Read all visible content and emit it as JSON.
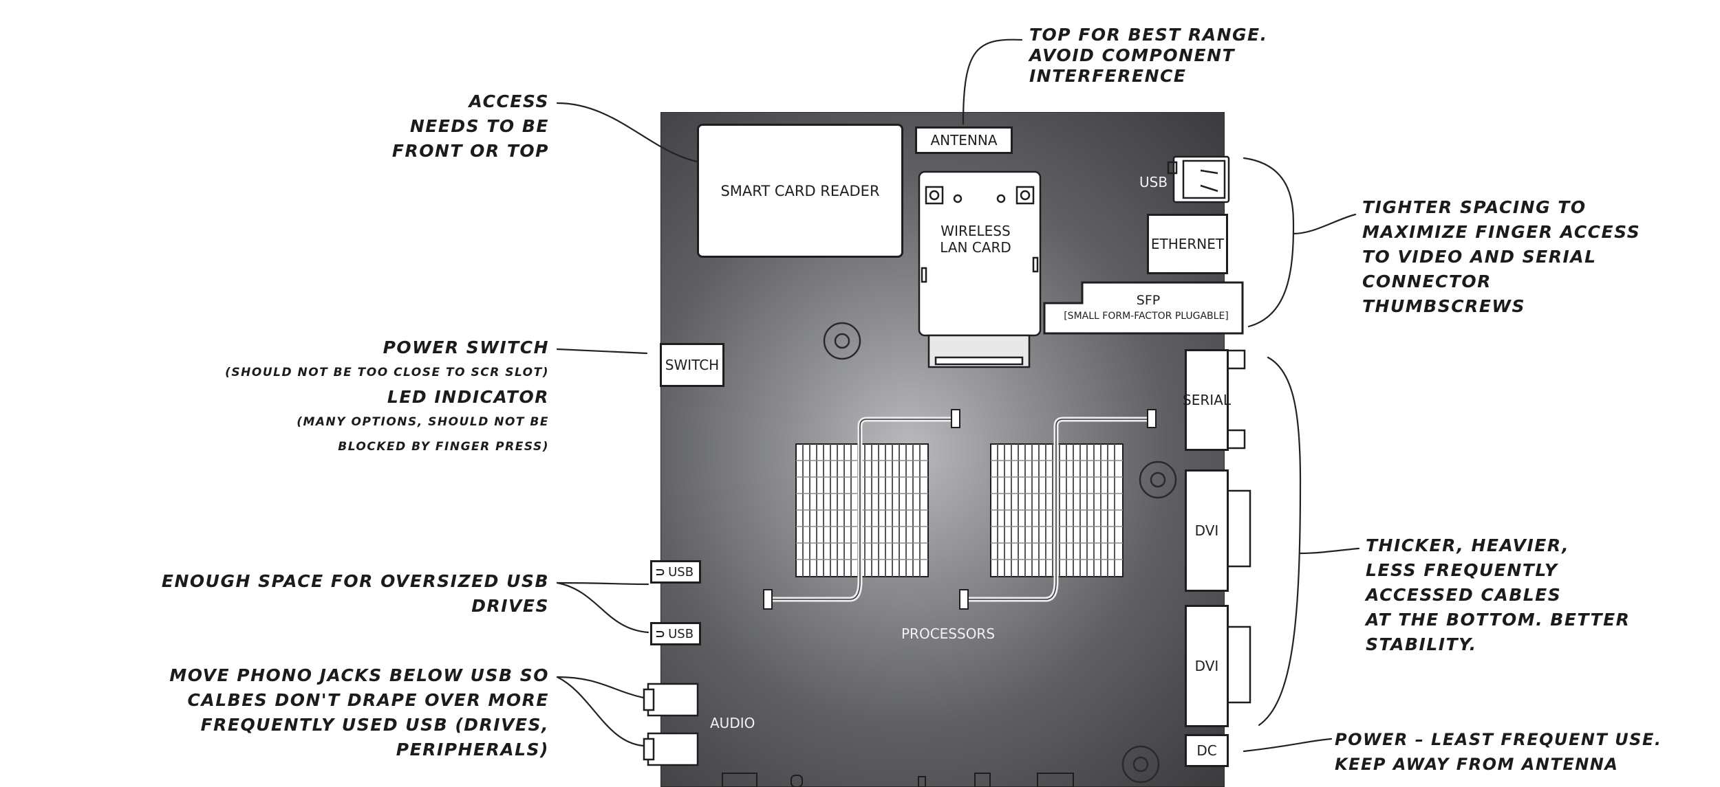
{
  "components": {
    "smart_card_reader": "SMART CARD READER",
    "antenna": "ANTENNA",
    "wireless_lan_card": "WIRELESS\nLAN CARD",
    "usb_top": "USB",
    "ethernet": "ETHERNET",
    "sfp": "SFP",
    "sfp_sub": "[SMALL FORM-FACTOR PLUGABLE]",
    "switch": "SWITCH",
    "serial": "SERIAL",
    "dvi_1": "DVI",
    "dvi_2": "DVI",
    "dc": "DC",
    "usb_left_1": "USB",
    "usb_left_2": "USB",
    "audio": "AUDIO",
    "processors": "PROCESSORS"
  },
  "annotations": {
    "access": [
      "ACCESS",
      "NEEDS TO BE",
      "FRONT OR TOP"
    ],
    "antenna_note": [
      "TOP FOR BEST RANGE.",
      "AVOID COMPONENT",
      "INTERFERENCE"
    ],
    "spacing": [
      "TIGHTER SPACING TO",
      "MAXIMIZE FINGER ACCESS",
      "TO VIDEO AND SERIAL",
      "CONNECTOR",
      "THUMBSCREWS"
    ],
    "power_switch": "POWER SWITCH",
    "power_switch_sub": "(SHOULD NOT BE TOO CLOSE TO SCR SLOT)",
    "led": "LED INDICATOR",
    "led_sub_1": "(MANY OPTIONS, SHOULD NOT BE",
    "led_sub_2": "BLOCKED BY FINGER PRESS)",
    "usb_space": [
      "ENOUGH SPACE FOR OVERSIZED USB",
      "DRIVES"
    ],
    "phono": [
      "MOVE PHONO JACKS BELOW USB SO",
      "CALBES DON'T DRAPE OVER MORE",
      "FREQUENTLY USED USB (DRIVES,",
      "PERIPHERALS)"
    ],
    "cables": [
      "THICKER, HEAVIER,",
      "LESS FREQUENTLY",
      "ACCESSED CABLES",
      "AT THE BOTTOM. BETTER",
      "STABILITY."
    ],
    "power": [
      "POWER – LEAST FREQUENT USE.",
      "KEEP AWAY FROM ANTENNA"
    ]
  },
  "colors": {
    "board_dark": "#3a3b3e",
    "board_light": "#b9babd",
    "ink": "#1e1e1e"
  }
}
